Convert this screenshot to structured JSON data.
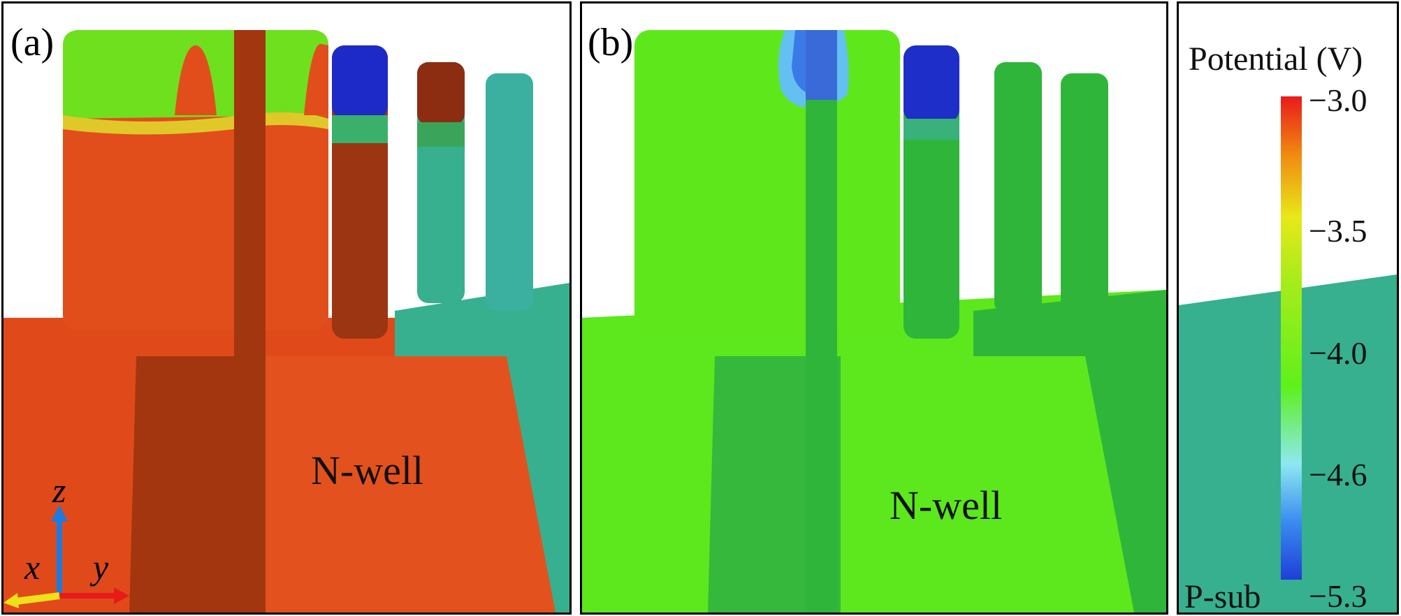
{
  "panel_a": {
    "label": "(a)",
    "region_label": "N-well",
    "axes": {
      "z": "z",
      "x": "x",
      "y": "y"
    }
  },
  "panel_b": {
    "label": "(b)",
    "region_label": "N-well"
  },
  "colorbar": {
    "title": "Potential (V)",
    "ticks": [
      "−3.0",
      "−3.5",
      "−4.0",
      "−4.6",
      "−5.3"
    ],
    "range_V": [
      -5.3,
      -3.0
    ],
    "substrate_label": "P-sub"
  },
  "colors": {
    "red_potential": "#e04818",
    "dark_red": "#9a3010",
    "green_potential": "#5cea1c",
    "dark_green": "#2fb83a",
    "teal": "#36b28e",
    "blue_low": "#1a2ed0",
    "colorbar_gradient": [
      "#1f3ed8",
      "#3a8cf0",
      "#8ee8f0",
      "#5ff01a",
      "#e8e81a",
      "#f08a10",
      "#e81a1a"
    ]
  }
}
